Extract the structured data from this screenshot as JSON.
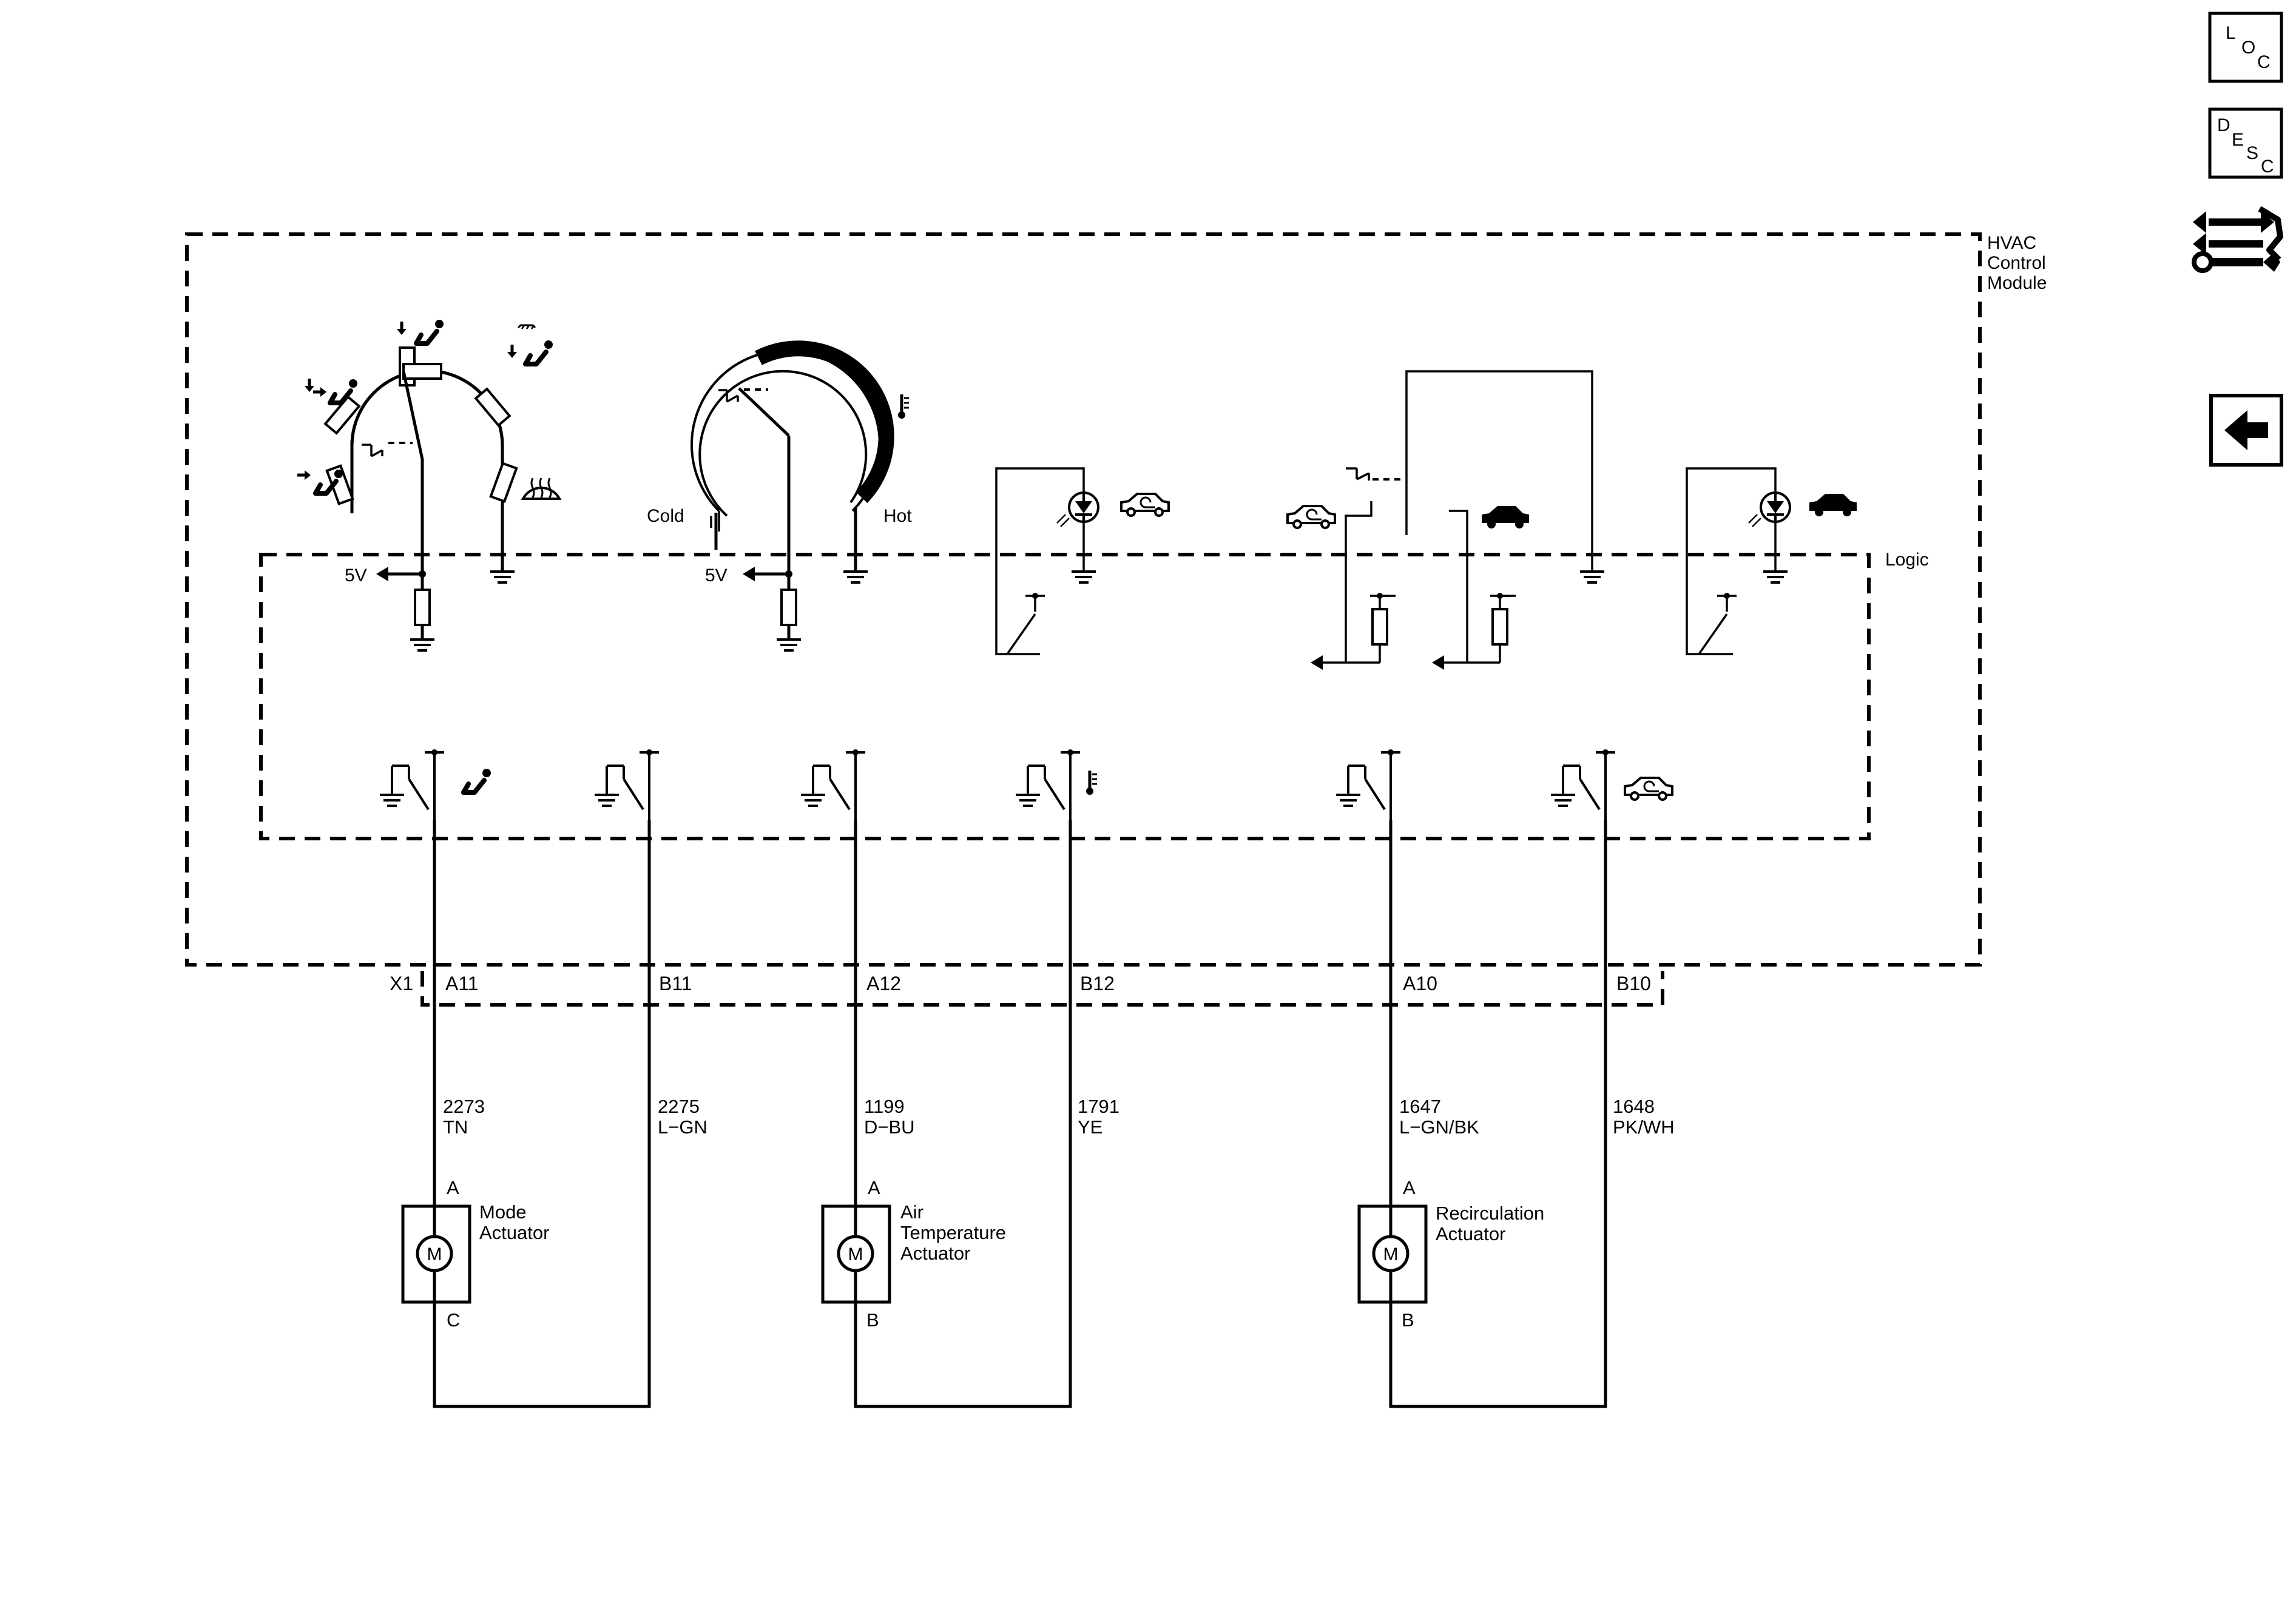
{
  "module": {
    "title_lines": [
      "HVAC",
      "Control",
      "Module"
    ],
    "logic_label": "Logic"
  },
  "mode_dial": {
    "supply_label": "5V"
  },
  "temp_dial": {
    "cold_label": "Cold",
    "hot_label": "Hot",
    "supply_label": "5V"
  },
  "connector": {
    "name": "X1",
    "pins": [
      "A11",
      "B11",
      "A12",
      "B12",
      "A10",
      "B10"
    ]
  },
  "circuits": [
    {
      "number": "2273",
      "color": "TN"
    },
    {
      "number": "2275",
      "color": "L−GN"
    },
    {
      "number": "1199",
      "color": "D−BU"
    },
    {
      "number": "1791",
      "color": "YE"
    },
    {
      "number": "1647",
      "color": "L−GN/BK"
    },
    {
      "number": "1648",
      "color": "PK/WH"
    }
  ],
  "actuators": [
    {
      "name_lines": [
        "Mode",
        "Actuator"
      ],
      "motor_label": "M",
      "pin_top": "A",
      "pin_bottom": "C"
    },
    {
      "name_lines": [
        "Air",
        "Temperature",
        "Actuator"
      ],
      "motor_label": "M",
      "pin_top": "A",
      "pin_bottom": "B"
    },
    {
      "name_lines": [
        "Recirculation",
        "Actuator"
      ],
      "motor_label": "M",
      "pin_top": "A",
      "pin_bottom": "B"
    }
  ],
  "nav": {
    "loc": {
      "letters": [
        "L",
        "O",
        "C"
      ]
    },
    "desc": {
      "letters": [
        "D",
        "E",
        "S",
        "C"
      ]
    },
    "connections_icon": "connector-wrench-icon",
    "back_icon": "arrow-left-icon"
  },
  "icons": {
    "panel": "vent-panel-icon",
    "bilevel": "bi-level-icon",
    "floor": "floor-icon",
    "defrost_floor": "defrost-floor-icon",
    "defrost": "defrost-icon",
    "thermometer": "thermometer-icon",
    "recirc_car": "recirculation-car-icon",
    "outside_air_car": "outside-air-car-icon"
  }
}
